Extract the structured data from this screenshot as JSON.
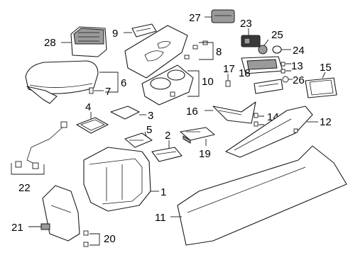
{
  "callouts": {
    "c1": "1",
    "c2": "2",
    "c3": "3",
    "c4": "4",
    "c5": "5",
    "c6": "6",
    "c7": "7",
    "c8": "8",
    "c9": "9",
    "c10": "10",
    "c11": "11",
    "c12": "12",
    "c13": "13",
    "c14": "14",
    "c15": "15",
    "c16": "16",
    "c17": "17",
    "c18": "18",
    "c19": "19",
    "c20": "20",
    "c21": "21",
    "c22": "22",
    "c23": "23",
    "c24": "24",
    "c25": "25",
    "c26": "26",
    "c27": "27",
    "c28": "28"
  },
  "palette": {
    "line": "#1a1a1a",
    "dark_fill": "#3a3a3a",
    "mid_fill": "#9a9a9a",
    "background": "#ffffff"
  }
}
